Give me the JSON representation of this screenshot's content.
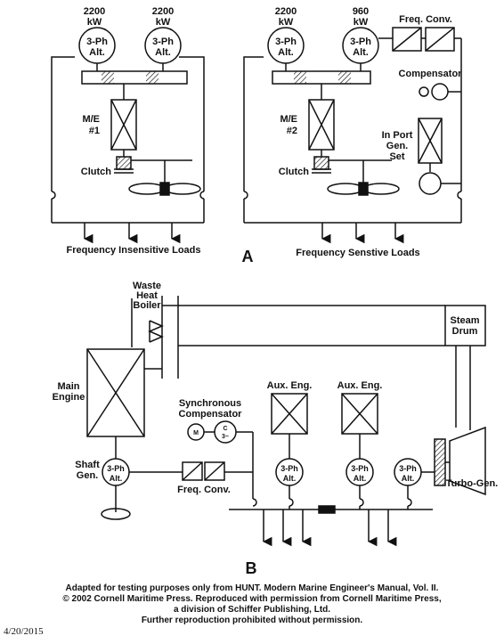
{
  "diagram_a": {
    "panel_label": "A",
    "left": {
      "alt1_rating": [
        "2200",
        "kW"
      ],
      "alt2_rating": [
        "2200",
        "kW"
      ],
      "alt_label": [
        "3-Ph",
        "Alt."
      ],
      "engine_label": [
        "M/E",
        "#1"
      ],
      "clutch_label": "Clutch",
      "loads_label": "Frequency Insensitive Loads"
    },
    "right": {
      "alt1_rating": [
        "2200",
        "kW"
      ],
      "alt2_rating": [
        "960",
        "kW"
      ],
      "alt_label": [
        "3-Ph",
        "Alt."
      ],
      "freq_conv_label": "Freq. Conv.",
      "compensator_label": "Compensator",
      "engine_label": [
        "M/E",
        "#2"
      ],
      "genset_label": [
        "In Port",
        "Gen.",
        "Set"
      ],
      "clutch_label": "Clutch",
      "loads_label": "Frequency Senstive Loads"
    }
  },
  "diagram_b": {
    "panel_label": "B",
    "boiler_label": [
      "Waste",
      "Heat",
      "Boiler"
    ],
    "steam_drum_label": [
      "Steam",
      "Drum"
    ],
    "main_engine_label": [
      "Main",
      "Engine"
    ],
    "sync_comp_label": [
      "Synchronous",
      "Compensator"
    ],
    "motor_symbol": "M",
    "comp_symbol": [
      "C",
      "3~"
    ],
    "aux_eng_label": "Aux. Eng.",
    "shaft_gen_label": [
      "Shaft",
      "Gen."
    ],
    "alt_label": [
      "3-Ph",
      "Alt."
    ],
    "freq_conv_label": "Freq. Conv.",
    "turbo_gen_label": "Turbo-Gen."
  },
  "caption": [
    "Adapted for testing purposes only from HUNT. Modern Marine Engineer's Manual, Vol. II.",
    "© 2002 Cornell Maritime Press. Reproduced with permission from Cornell Maritime Press,",
    "a division of Schiffer Publishing, Ltd.",
    "Further reproduction prohibited without permission."
  ],
  "date": "4/20/2015"
}
